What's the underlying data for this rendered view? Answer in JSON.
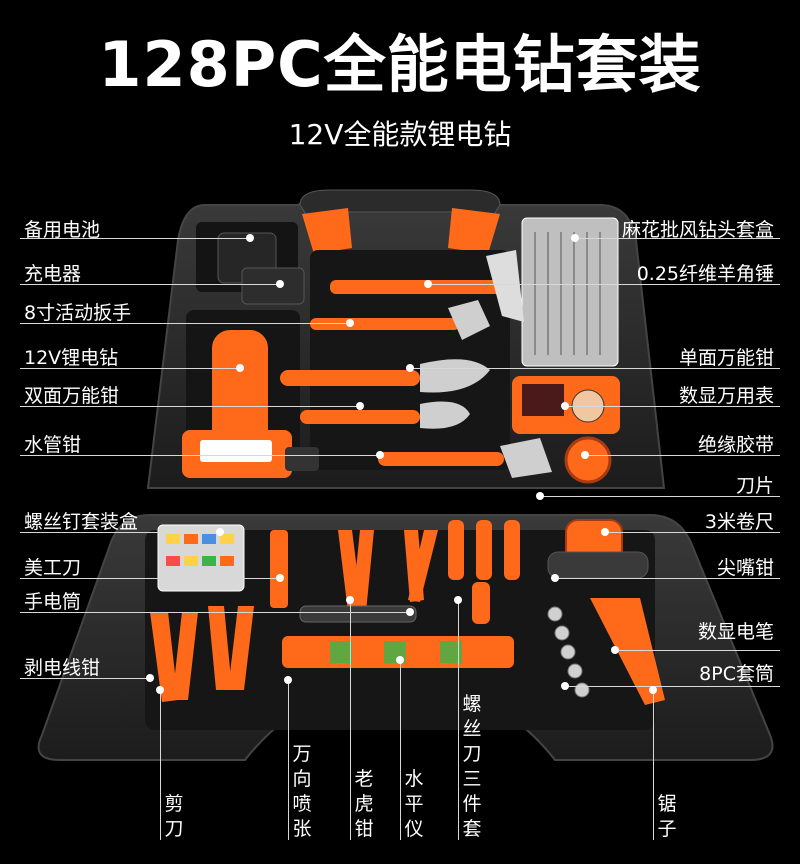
{
  "title": "128PC全能电钻套装",
  "subtitle": "12V全能款锂电钻",
  "colors": {
    "accent": "#ff6a1a",
    "case": "#232323",
    "background": "#000000"
  },
  "labels_left": [
    "备用电池",
    "充电器",
    "8寸活动扳手",
    "12V锂电钻",
    "双面万能钳",
    "水管钳",
    "螺丝钉套装盒",
    "美工刀",
    "手电筒",
    "剥电线钳"
  ],
  "labels_right": [
    "麻花批风钻头套盒",
    "0.25纤维羊角锤",
    "单面万能钳",
    "数显万用表",
    "绝缘胶带",
    "刀片",
    "3米卷尺",
    "尖嘴钳",
    "数显电笔",
    "8PC套筒"
  ],
  "labels_bottom": [
    "剪刀",
    "万向喷张",
    "老虎钳",
    "水平仪",
    "螺丝刀三件套",
    "锯子"
  ]
}
